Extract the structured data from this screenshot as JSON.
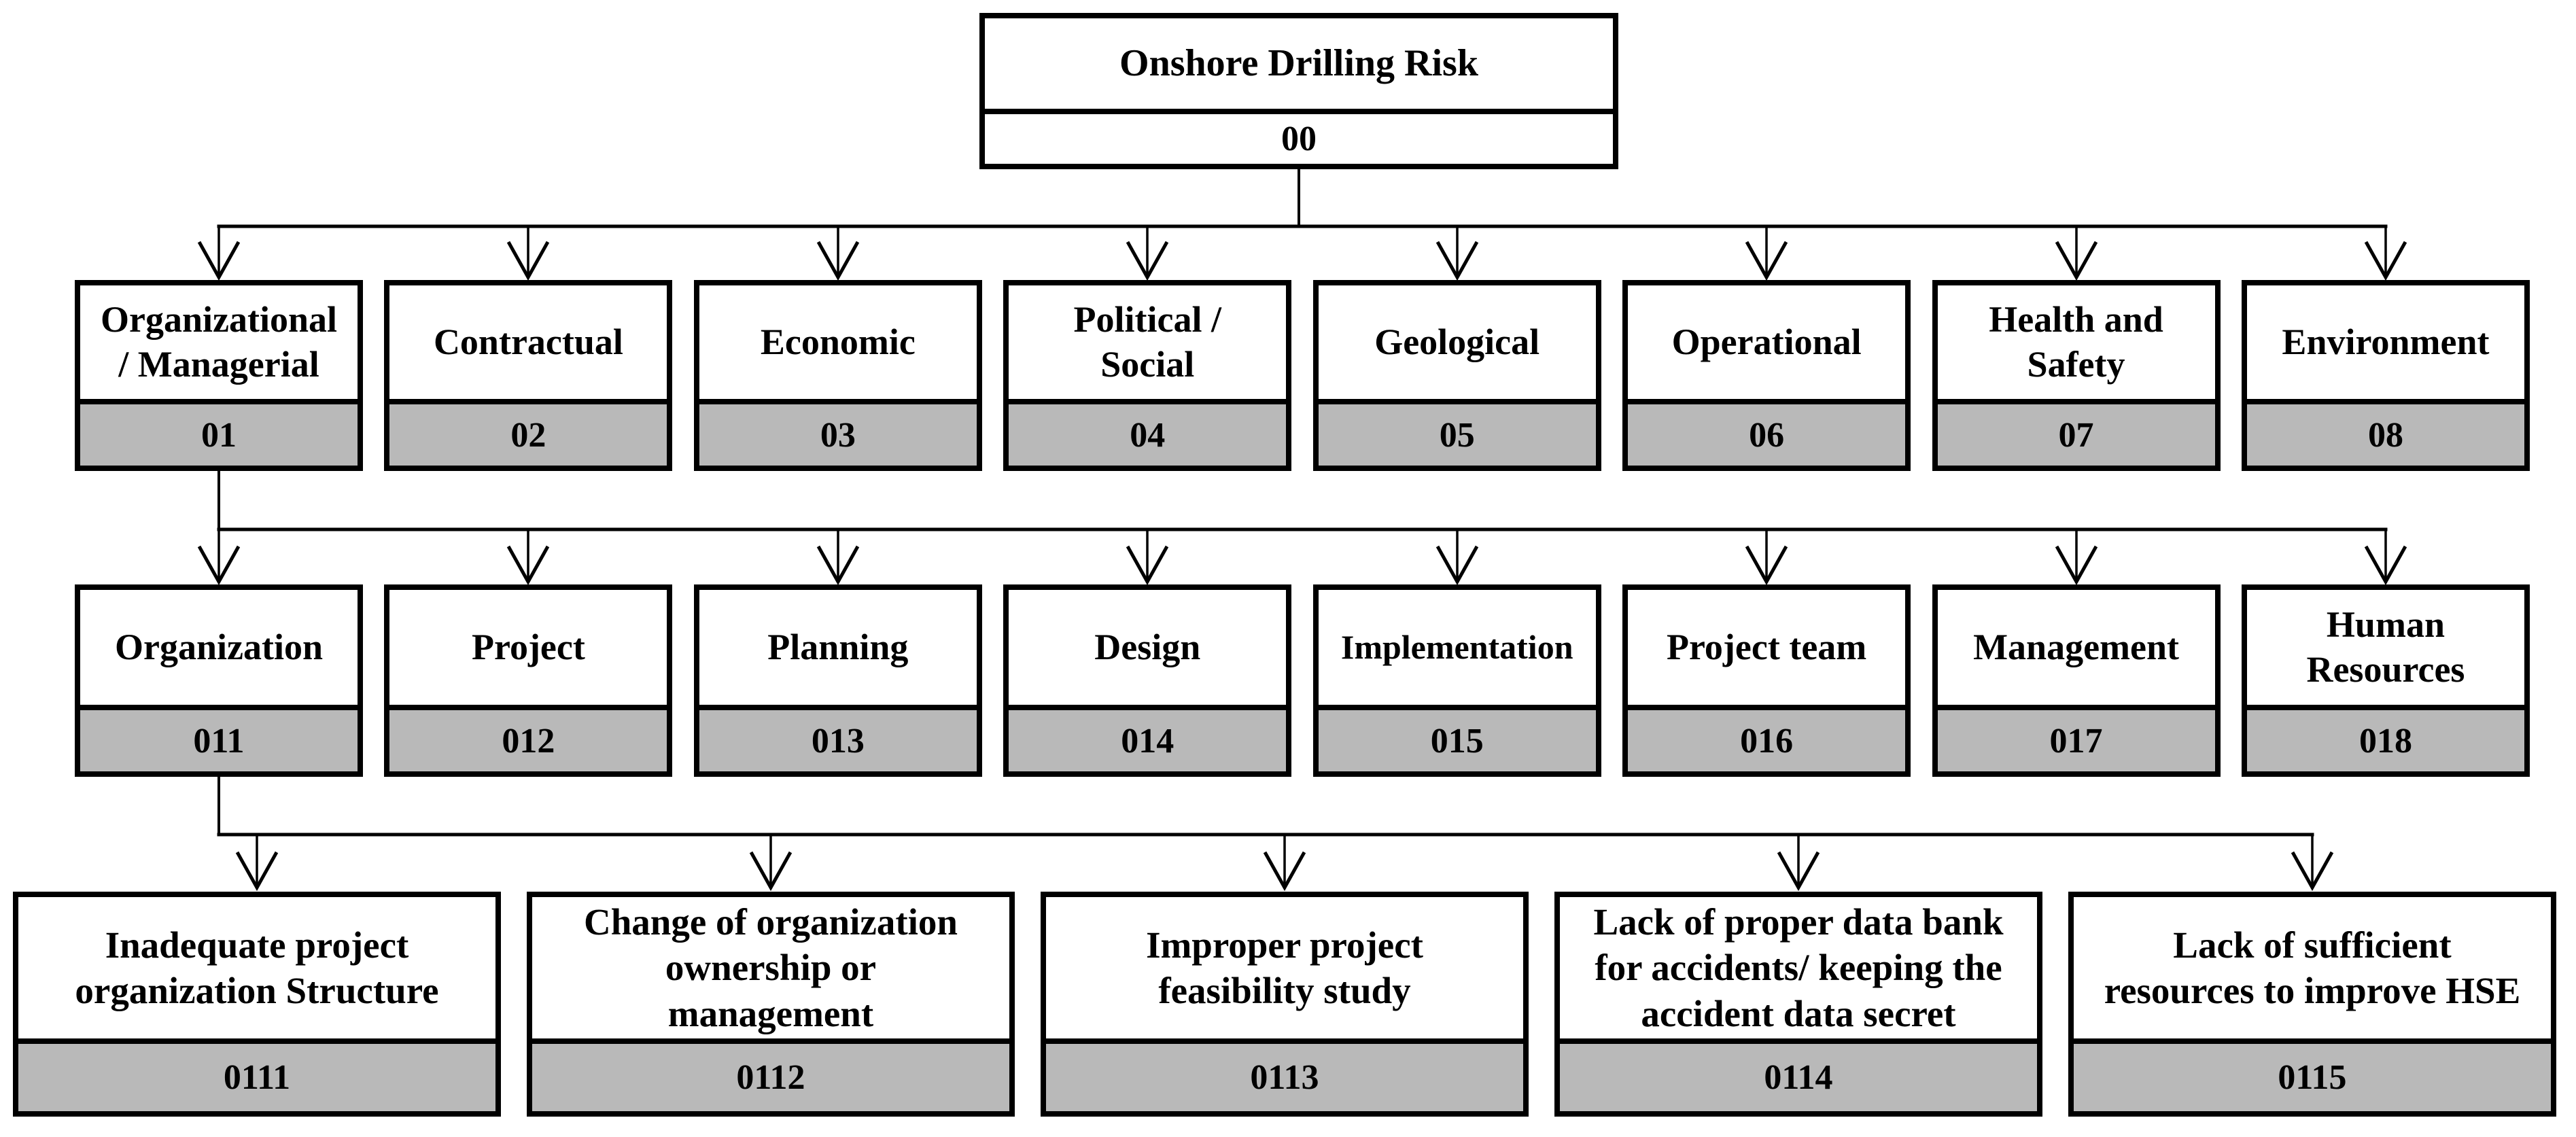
{
  "figure": {
    "background_color": "#ffffff",
    "box_border_color": "#000000",
    "code_band_fill": "#b9b9b9",
    "root_code_band_fill": "#ffffff",
    "line_color": "#000000"
  },
  "tree": {
    "root": {
      "label": "Onshore Drilling Risk",
      "code": "00"
    },
    "level2": [
      {
        "label": [
          "Organizational",
          "/ Managerial"
        ],
        "code": "01"
      },
      {
        "label": "Contractual",
        "code": "02"
      },
      {
        "label": "Economic",
        "code": "03"
      },
      {
        "label": [
          "Political /",
          "Social"
        ],
        "code": "04"
      },
      {
        "label": "Geological",
        "code": "05"
      },
      {
        "label": "Operational",
        "code": "06"
      },
      {
        "label": [
          "Health and",
          "Safety"
        ],
        "code": "07"
      },
      {
        "label": "Environment",
        "code": "08"
      }
    ],
    "level3": [
      {
        "label": "Organization",
        "code": "011"
      },
      {
        "label": "Project",
        "code": "012"
      },
      {
        "label": "Planning",
        "code": "013"
      },
      {
        "label": "Design",
        "code": "014"
      },
      {
        "label": "Implementation",
        "code": "015"
      },
      {
        "label": "Project team",
        "code": "016"
      },
      {
        "label": "Management",
        "code": "017"
      },
      {
        "label": [
          "Human",
          "Resources"
        ],
        "code": "018"
      }
    ],
    "level4": [
      {
        "label": [
          "Inadequate project",
          "organization Structure"
        ],
        "code": "0111"
      },
      {
        "label": [
          "Change of organization",
          "ownership or",
          "management"
        ],
        "code": "0112"
      },
      {
        "label": [
          "Improper project",
          "feasibility study"
        ],
        "code": "0113"
      },
      {
        "label": [
          "Lack of proper data bank",
          "for accidents/ keeping the",
          "accident data secret"
        ],
        "code": "0114"
      },
      {
        "label": [
          "Lack of sufficient",
          "resources to improve HSE"
        ],
        "code": "0115"
      }
    ]
  }
}
